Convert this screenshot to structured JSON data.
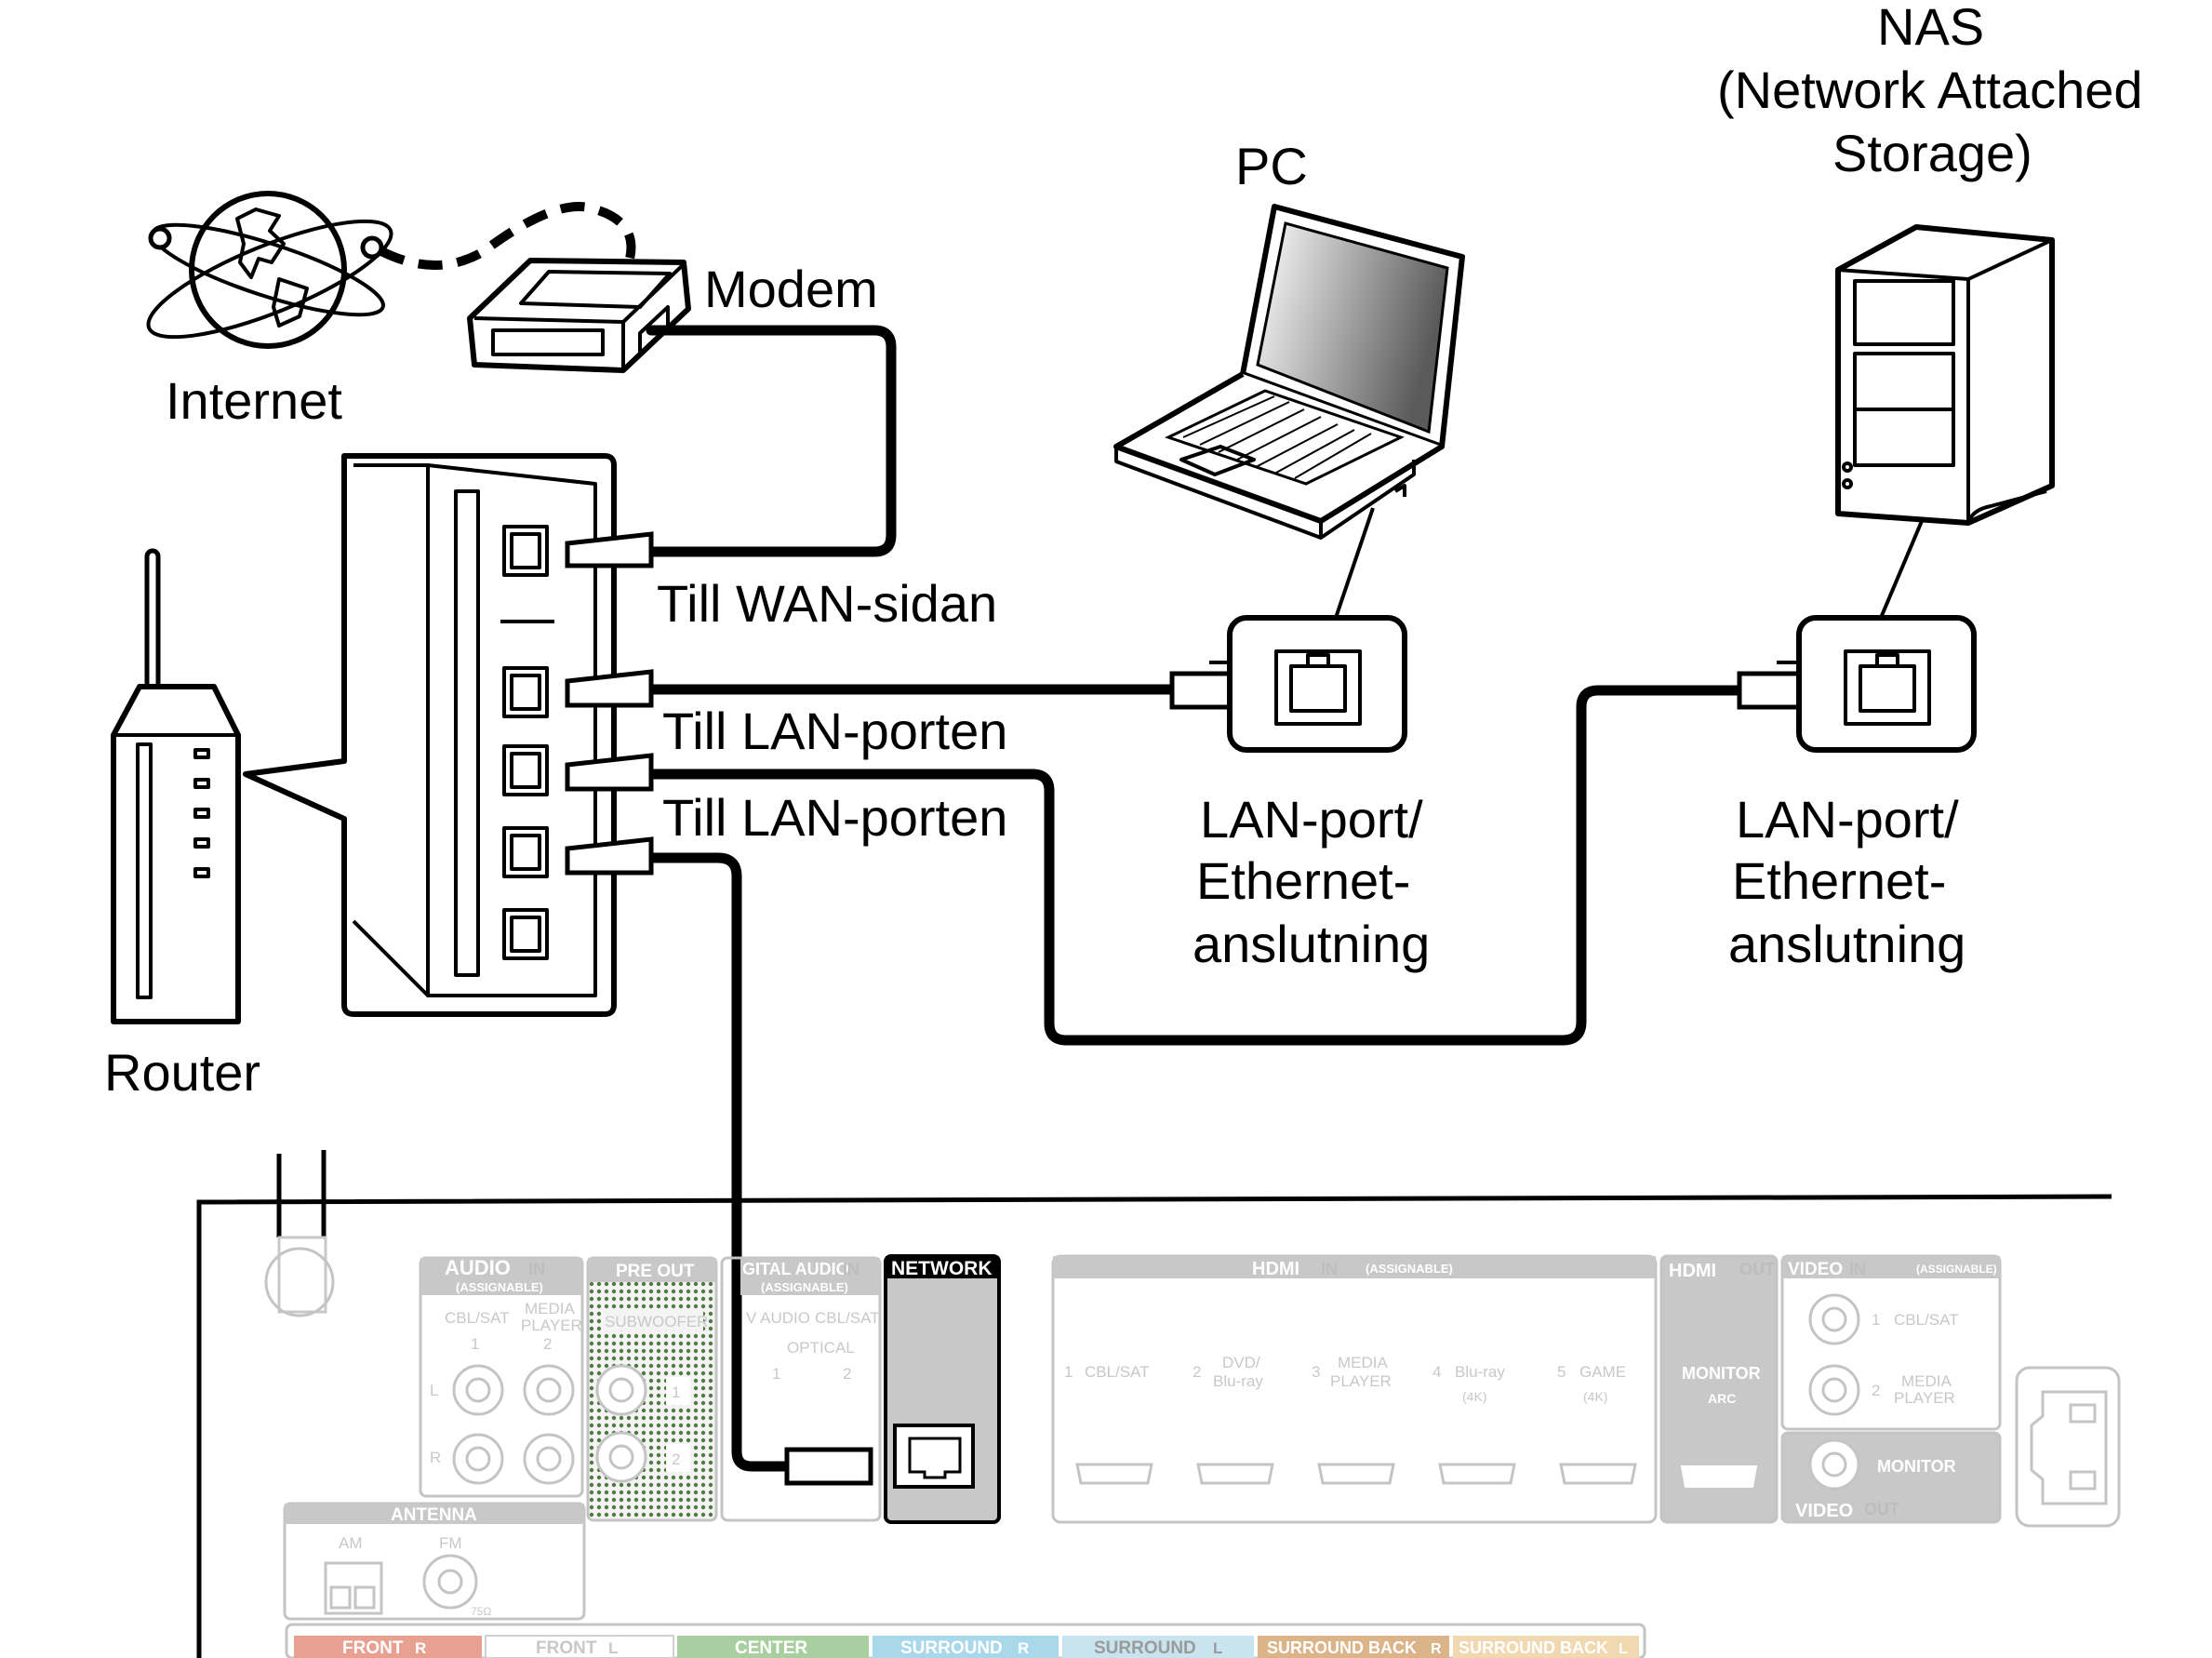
{
  "labels": {
    "nas": "NAS",
    "nas_full_line1": "(Network Attached",
    "nas_full_line2": "Storage)",
    "pc": "PC",
    "modem": "Modem",
    "internet": "Internet",
    "router": "Router",
    "to_wan": "Till WAN-sidan",
    "to_lan_1": "Till LAN-porten",
    "to_lan_2": "Till LAN-porten",
    "pc_port_line1": "LAN-port/",
    "pc_port_line2": "Ethernet-",
    "pc_port_line3": "anslutning",
    "nas_port_line1": "LAN-port/",
    "nas_port_line2": "Ethernet-",
    "nas_port_line3": "anslutning"
  },
  "rear_panel": {
    "audio_in": "AUDIO",
    "in_tag": "IN",
    "out_tag": "OUT",
    "assignable": "(ASSIGNABLE)",
    "cbl_sat": "CBL/SAT",
    "media_player_l1": "MEDIA",
    "media_player_l2": "PLAYER",
    "one": "1",
    "two": "2",
    "ch_l": "L",
    "ch_r": "R",
    "pre_out": "PRE OUT",
    "subwoofer": "SUBWOOFER",
    "digital_audio": "GITAL AUDIO",
    "tv_audio": "V AUDIO",
    "optical": "OPTICAL",
    "network": "NETWORK",
    "hdmi": "HDMI",
    "hdmi_inputs": [
      {
        "num": "1",
        "name": "CBL/SAT",
        "name2": "",
        "note": ""
      },
      {
        "num": "2",
        "name": "DVD/",
        "name2": "Blu-ray",
        "note": ""
      },
      {
        "num": "3",
        "name": "MEDIA",
        "name2": "PLAYER",
        "note": ""
      },
      {
        "num": "4",
        "name": "Blu-ray",
        "name2": "",
        "note": "(4K)"
      },
      {
        "num": "5",
        "name": "GAME",
        "name2": "",
        "note": "(4K)"
      }
    ],
    "monitor": "MONITOR",
    "arc": "ARC",
    "video": "VIDEO",
    "antenna": "ANTENNA",
    "am": "AM",
    "fm": "FM",
    "ohm": "75Ω",
    "speakers": [
      "FRONT",
      "FRONT",
      "CENTER",
      "SURROUND",
      "SURROUND",
      "SURROUND BACK",
      "SURROUND BACK"
    ],
    "speaker_sides": [
      "R",
      "L",
      "",
      "R",
      "L",
      "R",
      "L"
    ]
  },
  "colors": {
    "front_r": "#e8a090",
    "front_l": "#d0d0d0",
    "center": "#a9cfa0",
    "surround_r": "#a8d8ea",
    "surround_l": "#c8e4ee",
    "surround_back_r": "#dcb48a",
    "surround_back_l": "#f0d8b0"
  }
}
